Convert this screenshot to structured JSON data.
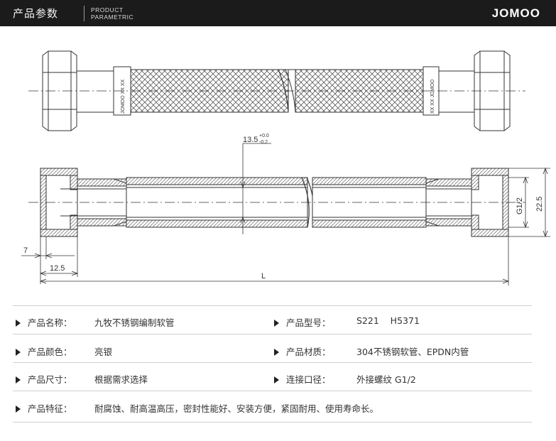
{
  "header": {
    "title_cn": "产品参数",
    "title_en_line1": "PRODUCT",
    "title_en_line2": "PARAMETRIC",
    "brand": "JOMOO"
  },
  "drawing": {
    "dim_tolerance_main": "13.5",
    "dim_tolerance_upper": "+0.0",
    "dim_tolerance_lower": "-0.2",
    "dim_thread": "G1/2",
    "dim_outer": "22.5",
    "dim_small": "7",
    "dim_depth": "12.5",
    "dim_length": "L",
    "hose_marking_left": "JOMOO XX XX",
    "hose_marking_right": "XX XX JOMOO"
  },
  "params": [
    {
      "label": "产品名称：",
      "value": "九牧不锈钢编制软管"
    },
    {
      "label": "产品型号：",
      "value": "S221    H5371"
    },
    {
      "label": "产品颜色：",
      "value": "亮银"
    },
    {
      "label": "产品材质：",
      "value": "304不锈钢软管、EPDN内管"
    },
    {
      "label": "产品尺寸：",
      "value": "根据需求选择"
    },
    {
      "label": "连接口径：",
      "value": "外接螺纹 G1/2"
    },
    {
      "label": "产品特征：",
      "value": "耐腐蚀、耐高温高压，密封性能好、安装方便，紧固耐用、使用寿命长。"
    }
  ]
}
